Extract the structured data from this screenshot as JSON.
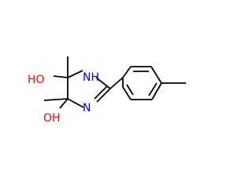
{
  "molecule": {
    "atoms": {
      "oh_top": "HO",
      "oh_bottom": "OH",
      "nh": "NH",
      "n": "N"
    },
    "colors": {
      "bond": "#000000",
      "oxygen": "#ff0000",
      "nitrogen": "#0000ff"
    }
  }
}
